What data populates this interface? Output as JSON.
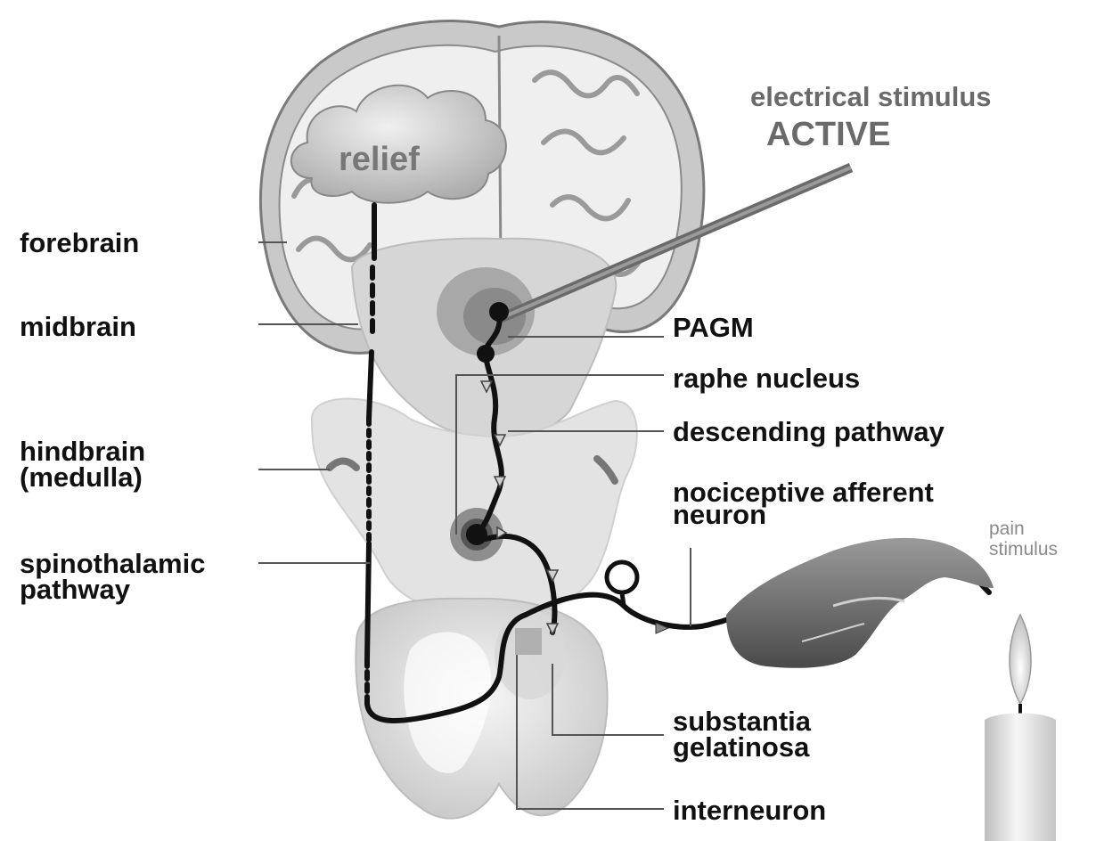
{
  "labels": {
    "relief": "relief",
    "stimulus_line1": "electrical stimulus",
    "stimulus_line2": "ACTIVE",
    "forebrain": "forebrain",
    "midbrain": "midbrain",
    "hindbrain_line1": "hindbrain",
    "hindbrain_line2": "(medulla)",
    "spinothalamic_line1": "spinothalamic",
    "spinothalamic_line2": "pathway",
    "pagm": "PAGM",
    "raphe": "raphe nucleus",
    "descending": "descending pathway",
    "nociceptive_line1": "nociceptive afferent",
    "nociceptive_line2": "neuron",
    "pain_line1": "pain",
    "pain_line2": "stimulus",
    "substantia_line1": "substantia",
    "substantia_line2": "gelatinosa",
    "interneuron": "interneuron"
  },
  "colors": {
    "brain_outer": "#cfcfcf",
    "brain_inner": "#f2f2f2",
    "pathway": "#111111",
    "label_text": "#111111",
    "stimulus_text": "#6a6a6a",
    "pain_text": "#8a8a8a"
  }
}
